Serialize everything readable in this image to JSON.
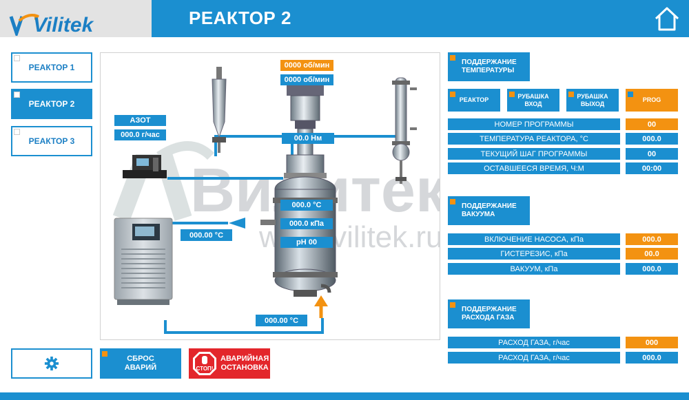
{
  "header": {
    "title": "РЕАКТОР 2",
    "logo": "Vilitek"
  },
  "nav": {
    "items": [
      {
        "label": "РЕАКТОР 1"
      },
      {
        "label": "РЕАКТОР 2"
      },
      {
        "label": "РЕАКТОР 3"
      }
    ]
  },
  "diagram": {
    "watermark_main": "Вилитек",
    "watermark_url": "www.vilitek.ru",
    "nitrogen_label": "АЗОТ",
    "nitrogen_flow": "000.0 г/час",
    "stirrer_setpoint": "0000 об/мин",
    "stirrer_speed": "0000 об/мин",
    "torque": "00.0 Нм",
    "reactor_temp": "000.0 °C",
    "reactor_pressure": "000.0 кПа",
    "reactor_ph": "pH 00",
    "thermostat_out_temp": "000.00 °C",
    "thermostat_return_temp": "000.00 °C"
  },
  "temperature": {
    "header_line1": "ПОДДЕРЖАНИЕ",
    "header_line2": "ТЕМПЕРАТУРЫ",
    "modes": {
      "reactor": "РЕАКТОР",
      "jacket_in_1": "РУБАШКА",
      "jacket_in_2": "ВХОД",
      "jacket_out_1": "РУБАШКА",
      "jacket_out_2": "ВЫХОД",
      "prog": "PROG"
    },
    "rows": [
      {
        "label": "НОМЕР ПРОГРАММЫ",
        "value": "00"
      },
      {
        "label": "ТЕМПЕРАТУРА РЕАКТОРА, °C",
        "value": "000.0"
      },
      {
        "label": "ТЕКУЩИЙ ШАГ ПРОГРАММЫ",
        "value": "00"
      },
      {
        "label": "ОСТАВШЕЕСЯ ВРЕМЯ, Ч:М",
        "value": "00:00"
      }
    ]
  },
  "vacuum": {
    "header_line1": "ПОДДЕРЖАНИЕ",
    "header_line2": "ВАКУУМА",
    "rows": [
      {
        "label": "ВКЛЮЧЕНИЕ НАСОСА, кПа",
        "value": "000.0"
      },
      {
        "label": "ГИСТЕРЕЗИС, кПа",
        "value": "00.0"
      },
      {
        "label": "ВАКУУМ, кПа",
        "value": "000.0"
      }
    ]
  },
  "gas": {
    "header_line1": "ПОДДЕРЖАНИЕ",
    "header_line2": "РАСХОДА ГАЗА",
    "rows": [
      {
        "label": "РАСХОД ГАЗА, г/час",
        "value": "000"
      },
      {
        "label": "РАСХОД ГАЗА, г/час",
        "value": "000.0"
      }
    ]
  },
  "actions": {
    "reset_line1": "СБРОС",
    "reset_line2": "АВАРИЙ",
    "estop_line1": "АВАРИЙНАЯ",
    "estop_line2": "ОСТАНОВКА",
    "estop_icon_text": "СТОП!"
  },
  "colors": {
    "accent": "#1b8fd0",
    "setpoint": "#f39211",
    "alarm": "#e3262b"
  }
}
